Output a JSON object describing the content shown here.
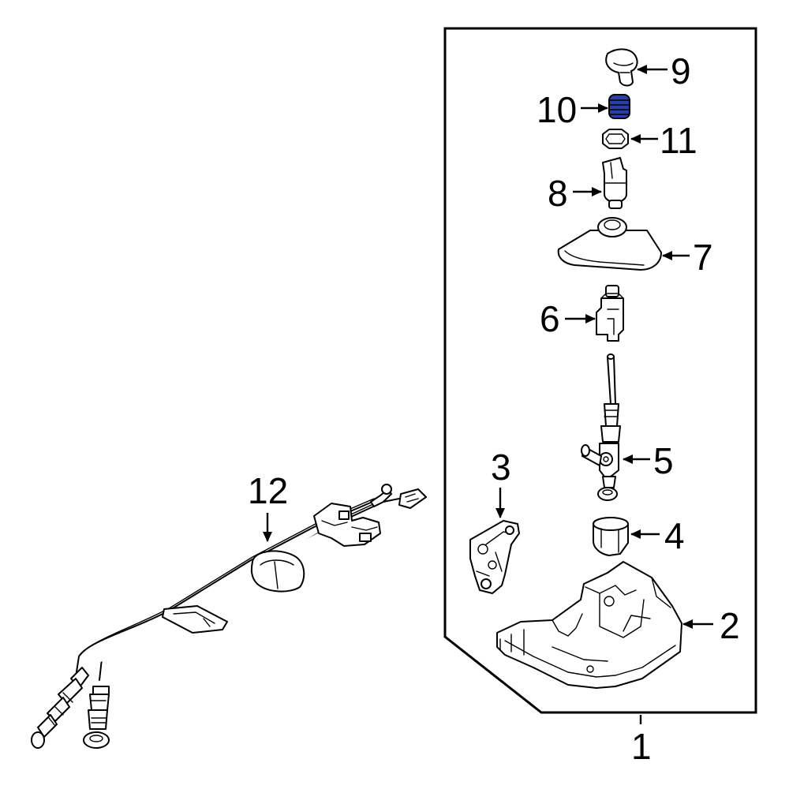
{
  "diagram": {
    "highlight_color": "#2b3fa8",
    "highlighted_part": "10",
    "callouts": {
      "c1": "1",
      "c2": "2",
      "c3": "3",
      "c4": "4",
      "c5": "5",
      "c6": "6",
      "c7": "7",
      "c8": "8",
      "c9": "9",
      "c10": "10",
      "c11": "11",
      "c12": "12"
    }
  }
}
